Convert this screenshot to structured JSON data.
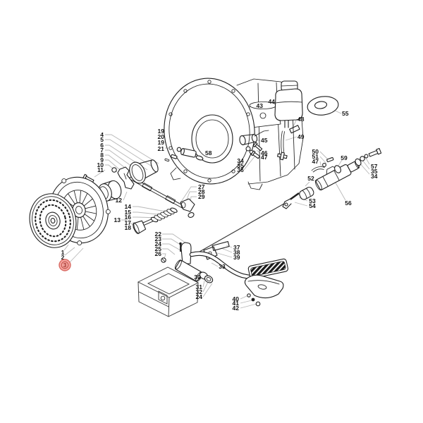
{
  "figure": {
    "background": "#ffffff",
    "line_color": "#1f1f1f",
    "leader_color": "#b8b8b8",
    "highlight": {
      "number": "3",
      "fill": "#f5a8a2",
      "ring_outer": "#d96a63",
      "ring_inner": "#c4524b",
      "text_color": "#a23630"
    }
  },
  "part_labels": {
    "cover_group": [
      "4",
      "5",
      "6",
      "7",
      "8",
      "9",
      "10",
      "11"
    ],
    "disc": "1",
    "cover": "2",
    "highlight": "3",
    "guide_group": [
      "19",
      "20",
      "19",
      "21"
    ],
    "dowel": "58",
    "reservoir_cap": "43",
    "reservoir": "44",
    "clip": "48",
    "hose": "49",
    "grommet": "55",
    "union_housing": "45",
    "housing_bolt_a": "46",
    "housing_bolt_b": "47",
    "housing_bolts": [
      "34",
      "35",
      "36"
    ],
    "fork": "12",
    "boot": "13",
    "pushrod_group": [
      "14",
      "15",
      "16",
      "17",
      "18"
    ],
    "lever_group": [
      "27",
      "28",
      "29"
    ],
    "pivot_group": [
      "22",
      "23",
      "24",
      "25",
      "26"
    ],
    "spring_group": [
      "37",
      "38",
      "39"
    ],
    "pedal_arm": "33",
    "pivot_tube": "30",
    "bushing_group": [
      "31",
      "32",
      "24"
    ],
    "fastener_group": [
      "40",
      "41",
      "42"
    ],
    "cylinder_fittings": [
      "50",
      "51",
      "47"
    ],
    "union": "59",
    "banjo_group": [
      "57",
      "35",
      "34"
    ],
    "boot_cyl": "52",
    "clevis_group": [
      "53",
      "54"
    ],
    "master_cylinder": "56"
  }
}
